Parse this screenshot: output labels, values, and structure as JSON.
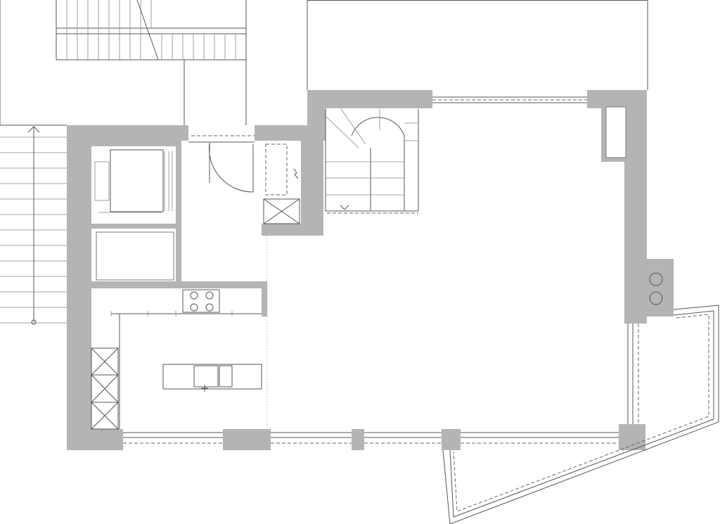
{
  "plan": {
    "type": "floor-plan",
    "colors": {
      "wall": "#b4b4b4",
      "line": "#555555",
      "background": "#ffffff"
    },
    "rooms": [
      "entry-hall",
      "elevator",
      "storage",
      "kitchen",
      "living-area",
      "spiral-stair",
      "balcony"
    ]
  }
}
